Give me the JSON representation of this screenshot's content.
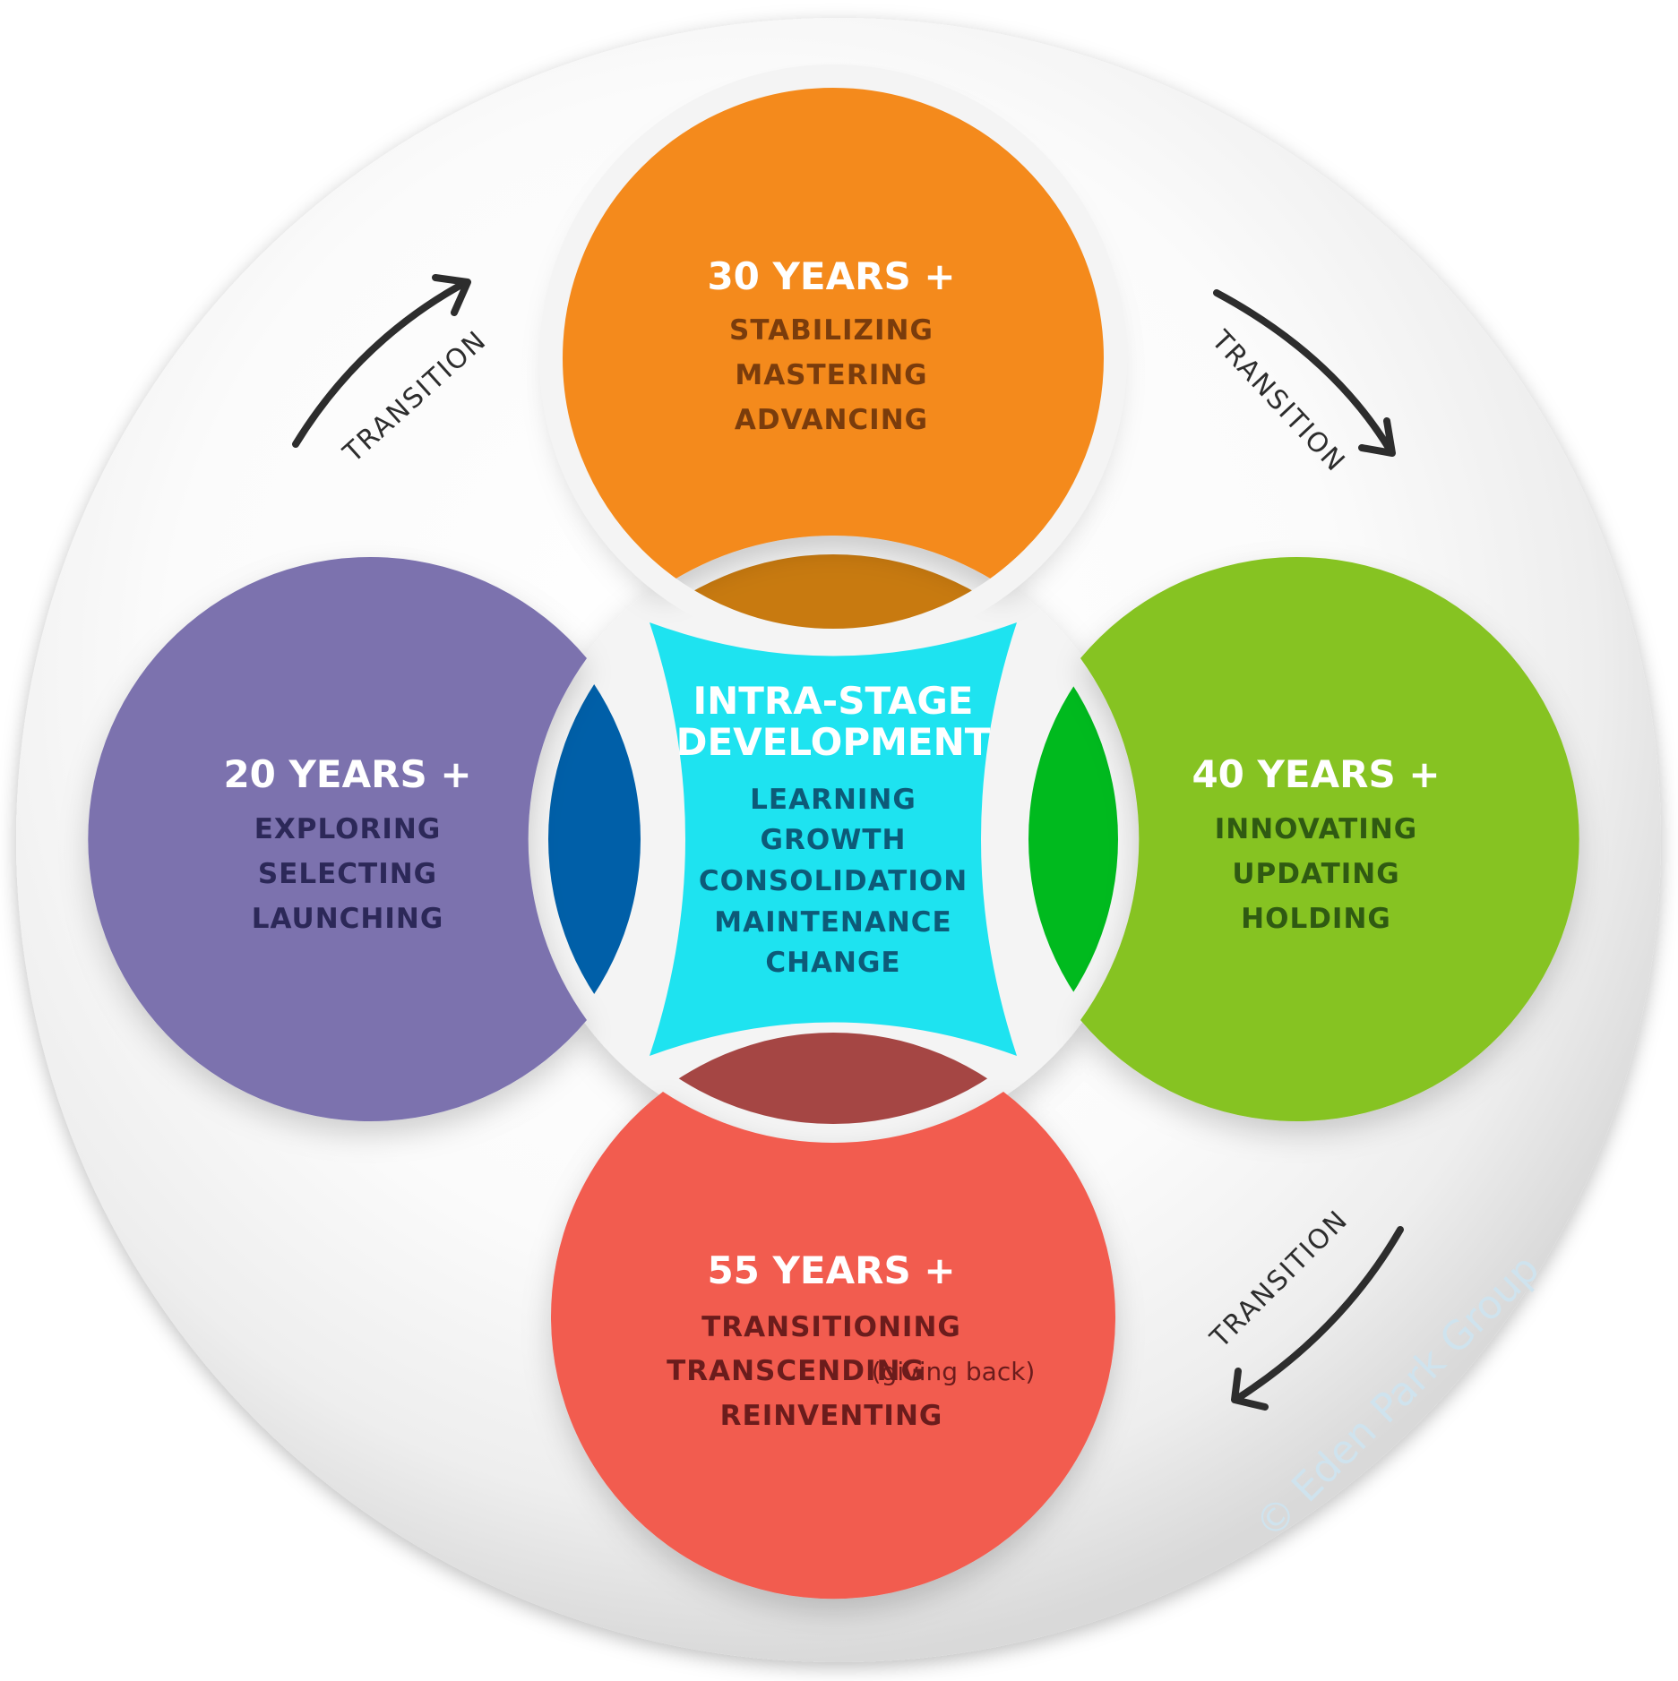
{
  "center": {
    "title_line1": "INTRA-STAGE",
    "title_line2": "DEVELOPMENT",
    "items": [
      "LEARNING",
      "GROWTH",
      "CONSOLIDATION",
      "MAINTENANCE",
      "CHANGE"
    ],
    "color": "#1ee3f0",
    "text_color": "#0d5a78"
  },
  "stages": {
    "top": {
      "title": "30 YEARS +",
      "items": [
        "STABILIZING",
        "MASTERING",
        "ADVANCING"
      ],
      "color": "#f48a1e",
      "lens_color": "#c87a10",
      "text_color": "#7a3c0c"
    },
    "left": {
      "title": "20 YEARS +",
      "items": [
        "EXPLORING",
        "SELECTING",
        "LAUNCHING"
      ],
      "color": "#7b72ae",
      "lens_color": "#005fa8",
      "text_color": "#2c2858"
    },
    "right": {
      "title": "40 YEARS +",
      "items": [
        "INNOVATING",
        "UPDATING",
        "HOLDING"
      ],
      "color": "#86c322",
      "lens_color": "#00ba1e",
      "text_color": "#2f5a12"
    },
    "bottom": {
      "title": "55 YEARS +",
      "items": [
        "TRANSITIONING",
        "TRANSCENDING",
        "REINVENTING"
      ],
      "note": "(giving back)",
      "color": "#f25c4f",
      "lens_color": "#a54644",
      "text_color": "#6b1c1c"
    }
  },
  "transitions": {
    "top_left": "TRANSITION",
    "top_right": "TRANSITION",
    "bottom_right": "TRANSITION"
  },
  "watermark": "© Eden Park Group"
}
